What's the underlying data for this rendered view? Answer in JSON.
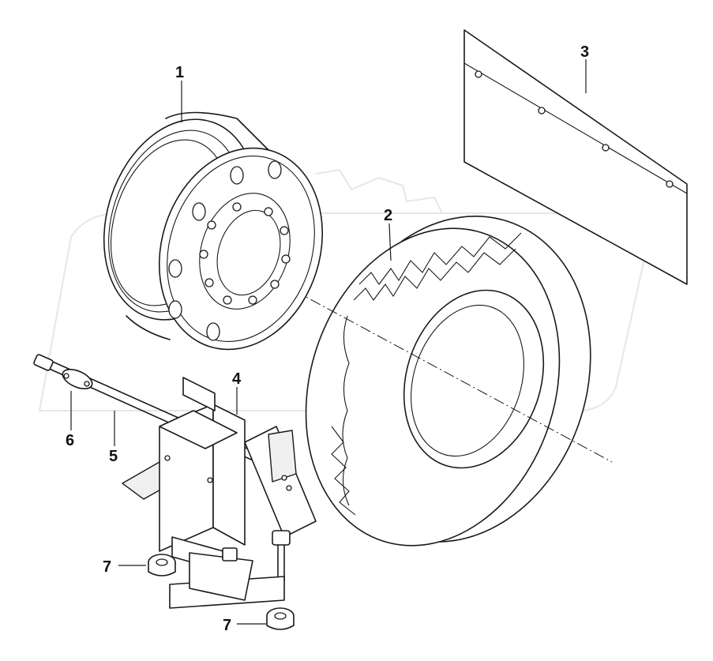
{
  "callouts": {
    "p1": "1",
    "p2": "2",
    "p3": "3",
    "p4": "4",
    "p5": "5",
    "p6": "6",
    "p7a": "7",
    "p7b": "7"
  },
  "colors": {
    "line": "#1a1a1a",
    "watermark": "#e6e6e6",
    "background": "#ffffff"
  }
}
